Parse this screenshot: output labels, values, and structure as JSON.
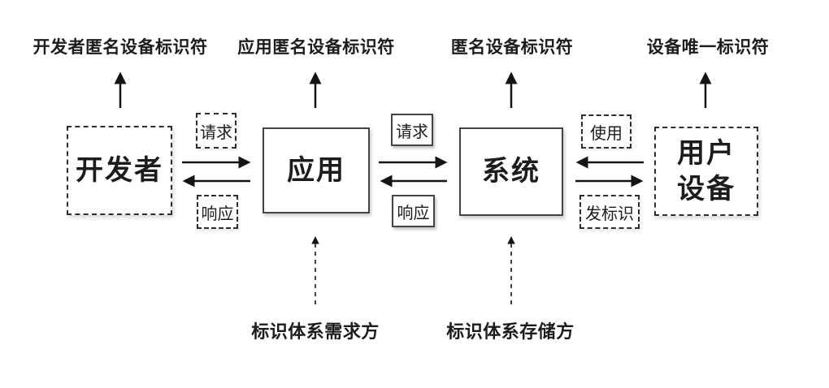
{
  "top_labels": [
    "开发者匿名设备标识符",
    "应用匿名设备标识符",
    "匿名设备标识符",
    "设备唯一标识符"
  ],
  "nodes": {
    "developer": "开发者",
    "app": "应用",
    "system": "系统",
    "user_device": "用户设备"
  },
  "edge_labels": {
    "dev_app_request": "请求",
    "dev_app_response": "响应",
    "app_system_request": "请求",
    "app_system_response": "响应",
    "system_device_use": "使用",
    "system_device_issue": "发标识"
  },
  "bottom_labels": {
    "demander": "标识体系需求方",
    "storer": "标识体系存储方"
  },
  "colors": {
    "ink": "#1c1c1c",
    "solid_border": "#444444",
    "background": "#ffffff"
  }
}
